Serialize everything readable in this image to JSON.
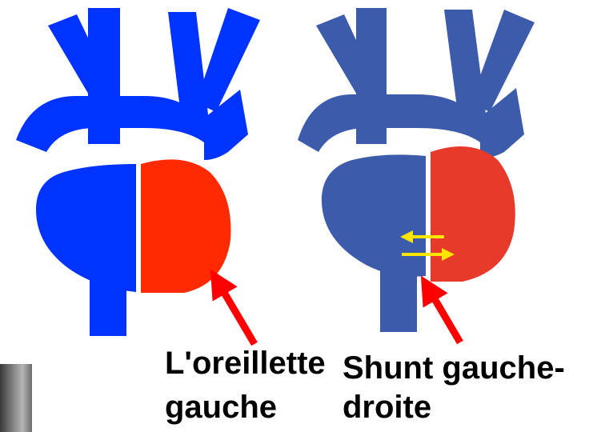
{
  "colors": {
    "vessel_left": "#0033ff",
    "vessel_right": "#3d5bab",
    "left_atrium": "#ff2a00",
    "left_atrium_right_panel": "#e83a2b",
    "septum": "#ffffff",
    "pointer_arrow": "#ff0000",
    "flow_arrows": "#ffe600",
    "text": "#000000"
  },
  "labels": {
    "left_atrium_line1": "L'oreillette",
    "left_atrium_line2": "gauche",
    "shunt_line1": "Shunt gauche-",
    "shunt_line2": "droite"
  },
  "icons": {
    "normal_heart": "heart-normal-diagram",
    "shunt_heart": "heart-shunt-diagram",
    "pointer": "red-arrow-icon",
    "flow": "yellow-flow-arrows-icon",
    "photo": "xray-thumbnail"
  }
}
